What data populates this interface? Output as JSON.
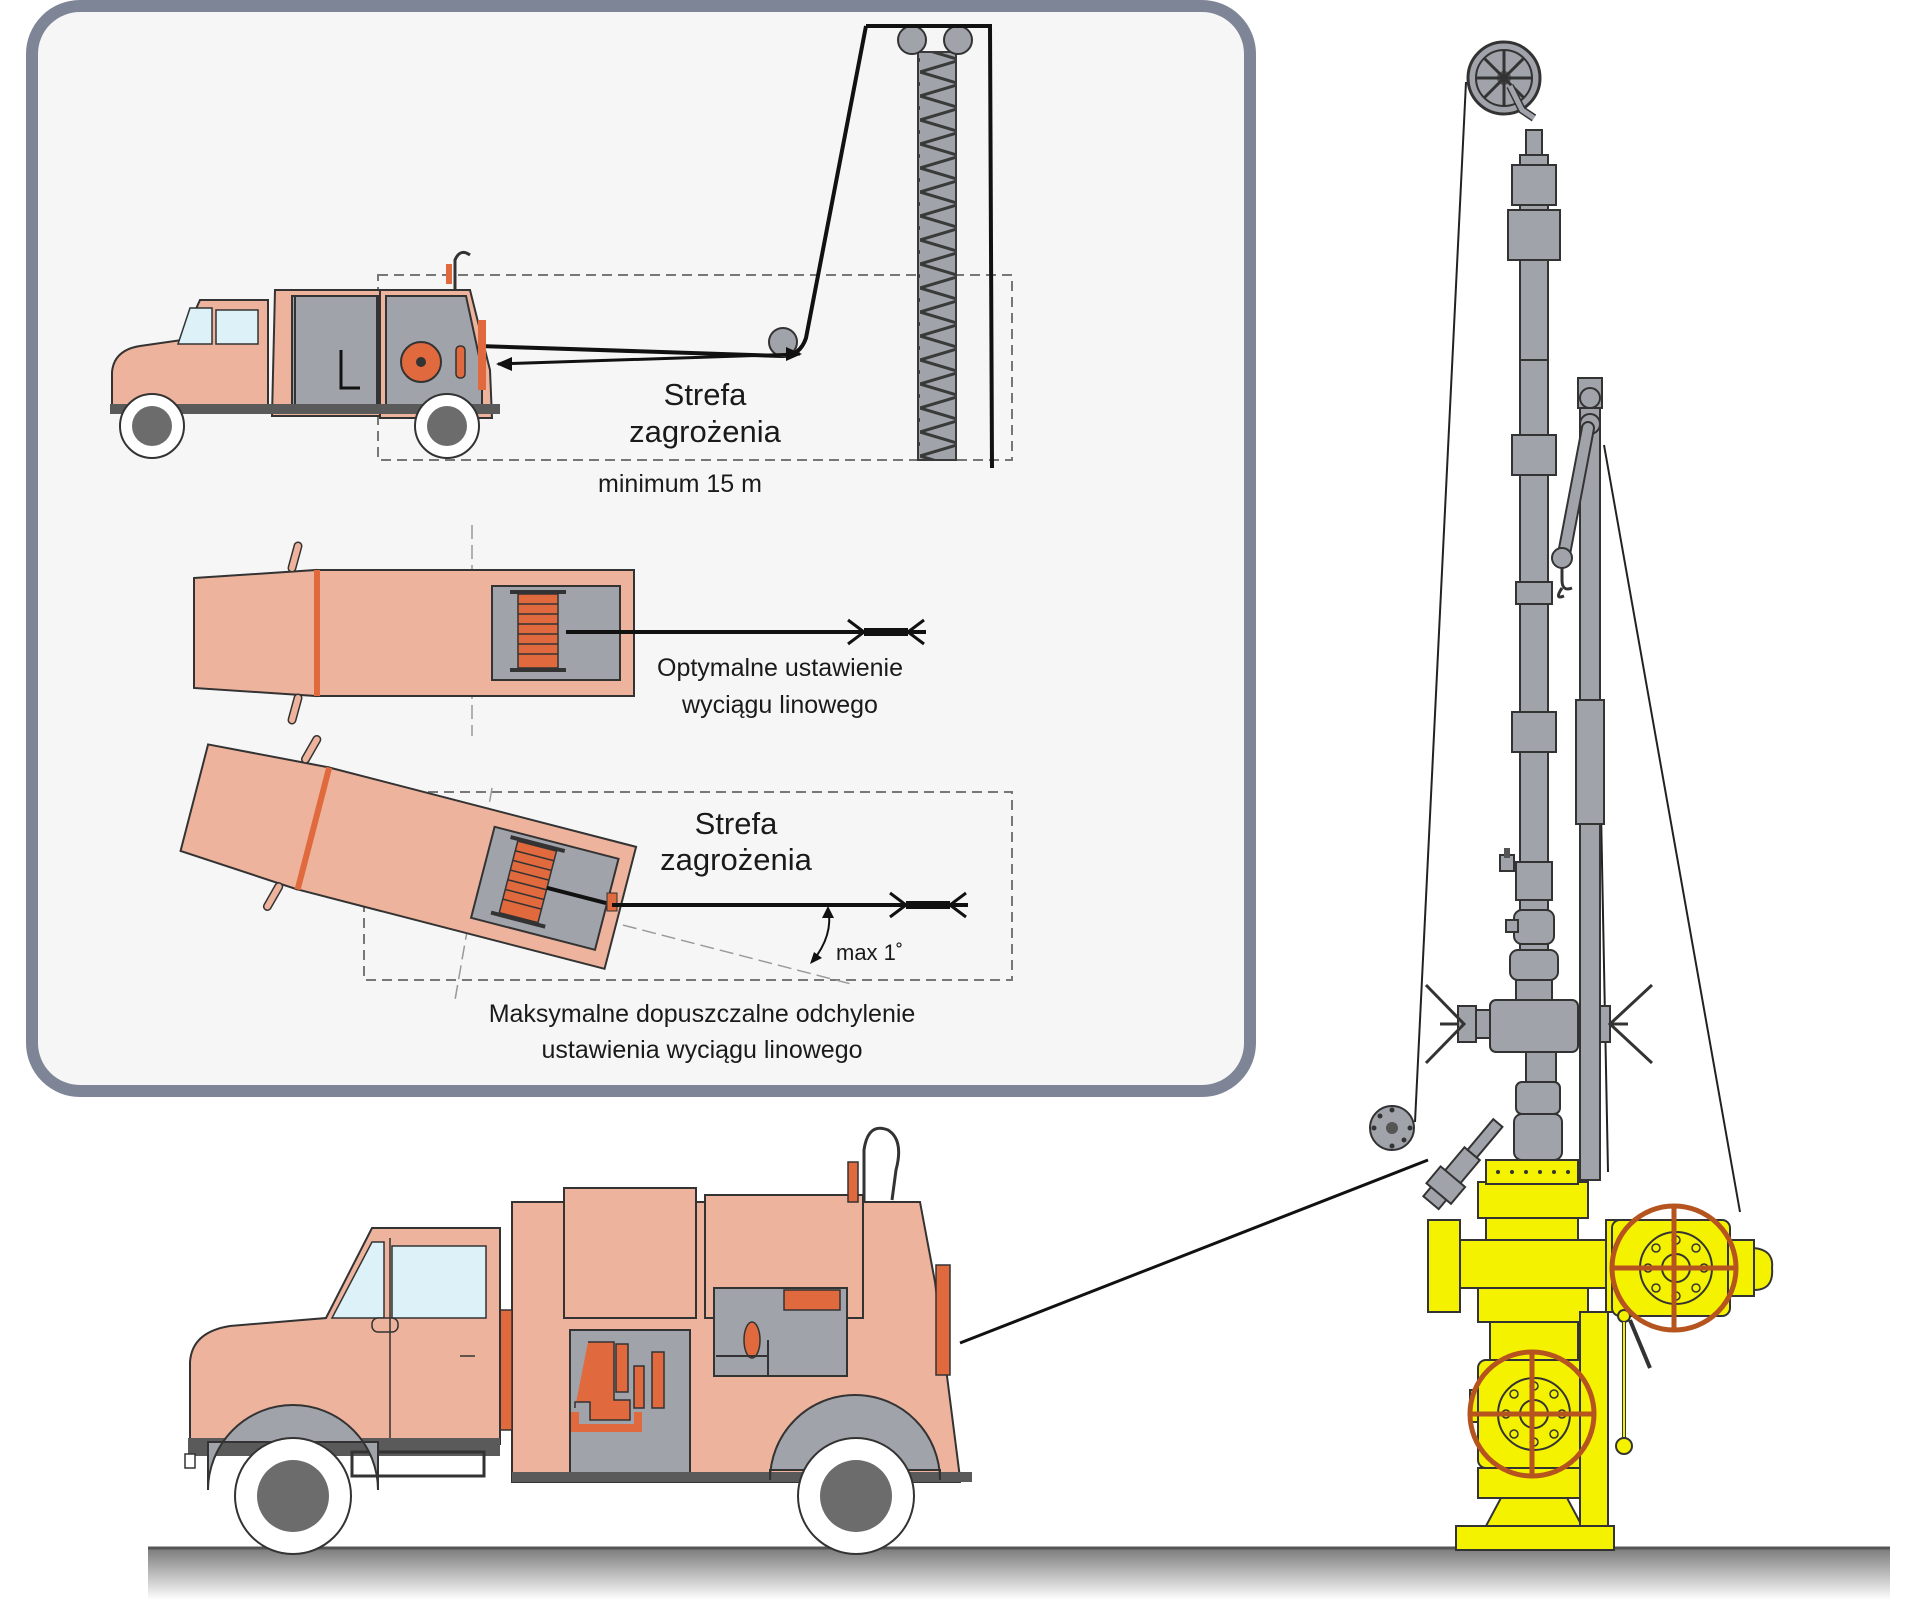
{
  "colors": {
    "truck_body": "#EDB39C",
    "truck_accent": "#E0693E",
    "equipment_gray": "#A1A3AA",
    "wellhead_yellow": "#F5F200",
    "valve_handwheel": "#B5541E",
    "panel_border": "#7E8597",
    "panel_fill": "#F6F6F7",
    "ground": "#8C8C8C"
  },
  "inset": {
    "side_view": {
      "danger_zone_line1": "Strefa",
      "danger_zone_line2": "zagrożenia",
      "winch_letter": "L",
      "min_distance": "minimum 15 m"
    },
    "optimal": {
      "caption_line1": "Optymalne ustawienie",
      "caption_line2": "wyciągu linowego"
    },
    "deviated": {
      "danger_zone_line1": "Strefa",
      "danger_zone_line2": "zagrożenia",
      "angle": "max 1˚",
      "caption_line1": "Maksymalne dopuszczalne odchylenie",
      "caption_line2": "ustawienia wyciągu linowego"
    }
  },
  "main_scene": {
    "icons": [
      "wireline-truck-icon",
      "wellhead-icon",
      "lubricator-mast-icon",
      "sheave-wheel-icon",
      "gin-pole-icon"
    ]
  }
}
